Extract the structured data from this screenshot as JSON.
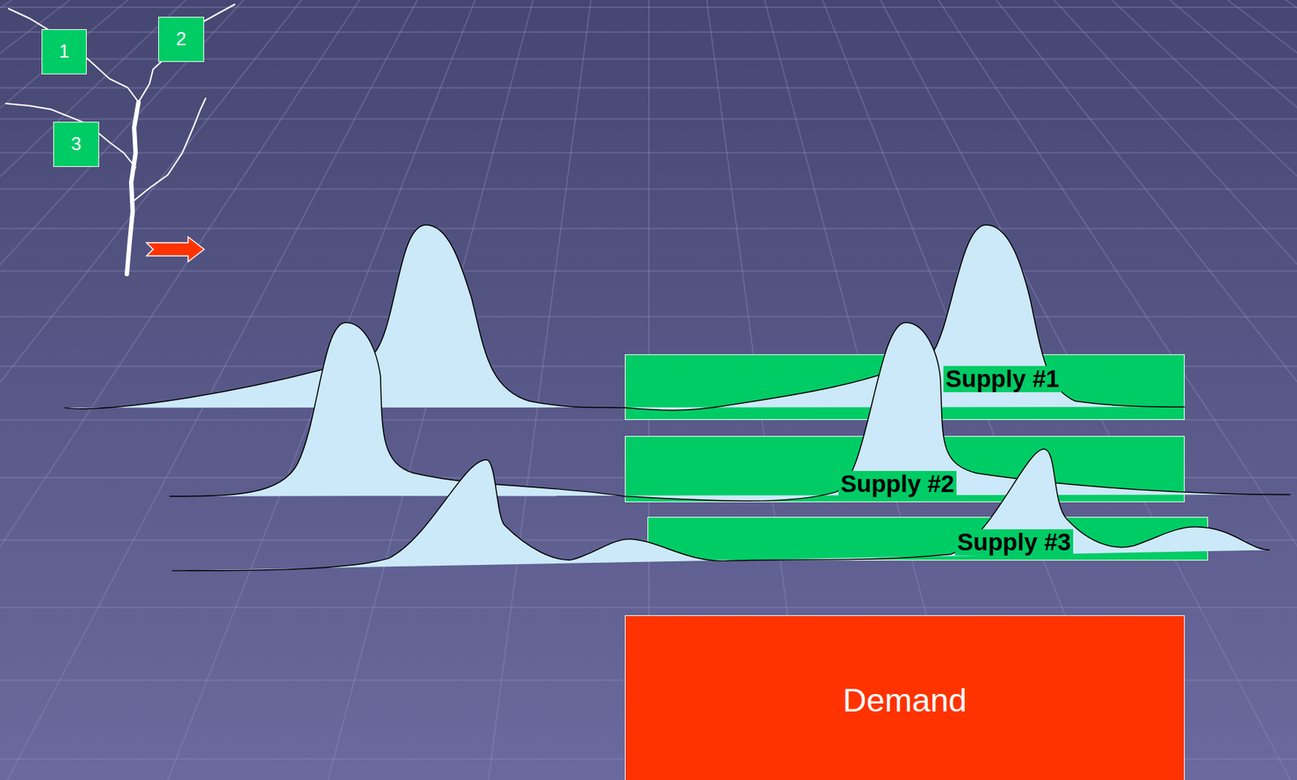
{
  "diagram": {
    "nodes": [
      {
        "text": [
          "1"
        ]
      },
      {
        "text": [
          "2"
        ]
      },
      {
        "text": [
          "3"
        ]
      },
      {
        "text": [
          "Supply #1"
        ]
      },
      {
        "text": [
          "Supply #2"
        ]
      },
      {
        "text": [
          "Supply #3"
        ]
      },
      {
        "text": [
          "Demand"
        ]
      }
    ]
  }
}
